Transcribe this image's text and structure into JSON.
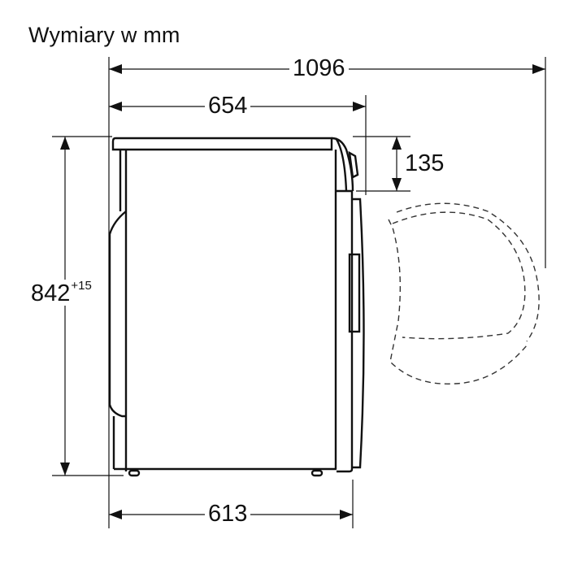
{
  "title": "Wymiary w mm",
  "dimensions": {
    "total_depth_door_open": "1096",
    "depth_with_door": "654",
    "body_depth": "613",
    "height": "842",
    "height_tolerance": "+15",
    "top_to_door": "135"
  },
  "units": "mm"
}
